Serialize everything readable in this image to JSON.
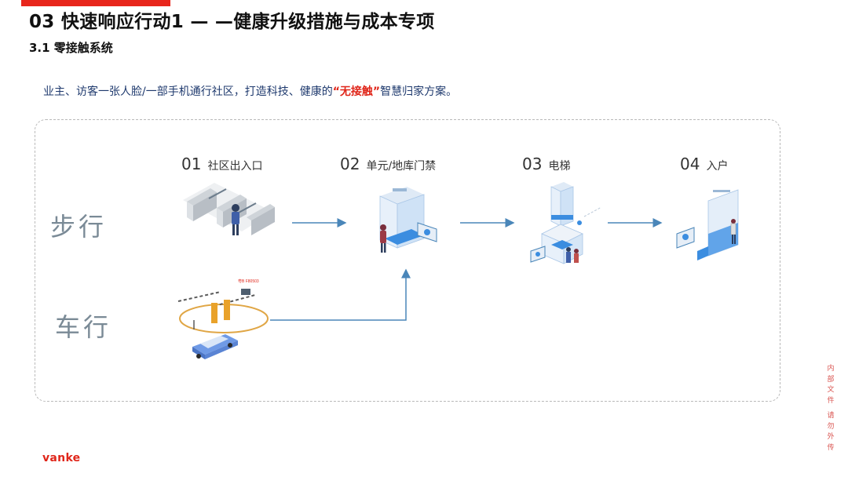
{
  "header": {
    "title": "03 快速响应行动1 — —健康升级措施与成本专项",
    "subtitle": "3.1 零接触系统"
  },
  "intro": {
    "before": "业主、访客一张人脸/一部手机通行社区，打造科技、健康的",
    "highlight": "“无接触”",
    "after": "智慧归家方案。"
  },
  "modes": {
    "walk": "步行",
    "drive": "车行"
  },
  "steps": [
    {
      "num": "01",
      "label": "社区出入口"
    },
    {
      "num": "02",
      "label": "单元/地库门禁"
    },
    {
      "num": "03",
      "label": "电梯"
    },
    {
      "num": "04",
      "label": "入户"
    }
  ],
  "plate": "粤B F80503",
  "footer": {
    "brand": "vanke",
    "side_note": [
      "内",
      "部",
      "文",
      "件",
      "",
      "请",
      "勿",
      "外",
      "传"
    ]
  },
  "colors": {
    "accent": "#e8261c",
    "arrow": "#4a86b9",
    "text_blue": "#1f3a6e"
  }
}
